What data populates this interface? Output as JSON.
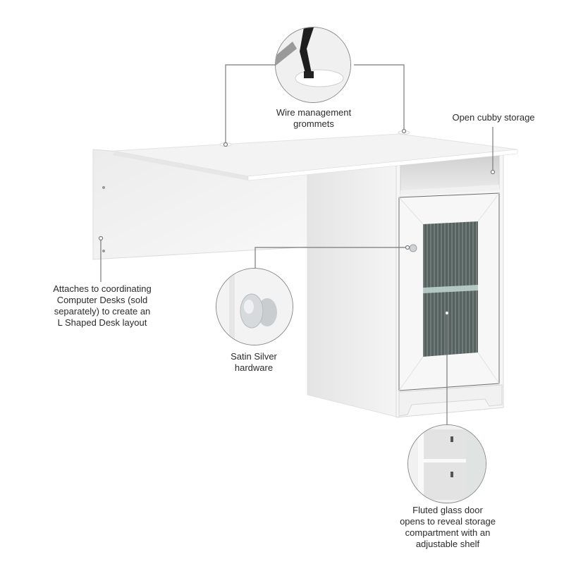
{
  "callouts": {
    "grommets": {
      "label": "Wire management\ngrommets",
      "icon": "wire-grommet-detail"
    },
    "cubby": {
      "label": "Open cubby storage"
    },
    "attach": {
      "label": "Attaches to coordinating\nComputer Desks (sold\nseparately) to create an\nL Shaped Desk layout"
    },
    "hardware": {
      "label": "Satin Silver\nhardware",
      "icon": "knob-detail"
    },
    "door": {
      "label": "Fluted glass door\nopens to reveal storage\ncompartment with an\nadjustable shelf",
      "icon": "open-cabinet-detail"
    }
  },
  "colors": {
    "background": "#ffffff",
    "desk_white": "#f4f4f4",
    "desk_shadow": "#d9d9d9",
    "glass": "#4a5552",
    "leader_line": "#7a7a7a",
    "text": "#2b2b2b"
  }
}
